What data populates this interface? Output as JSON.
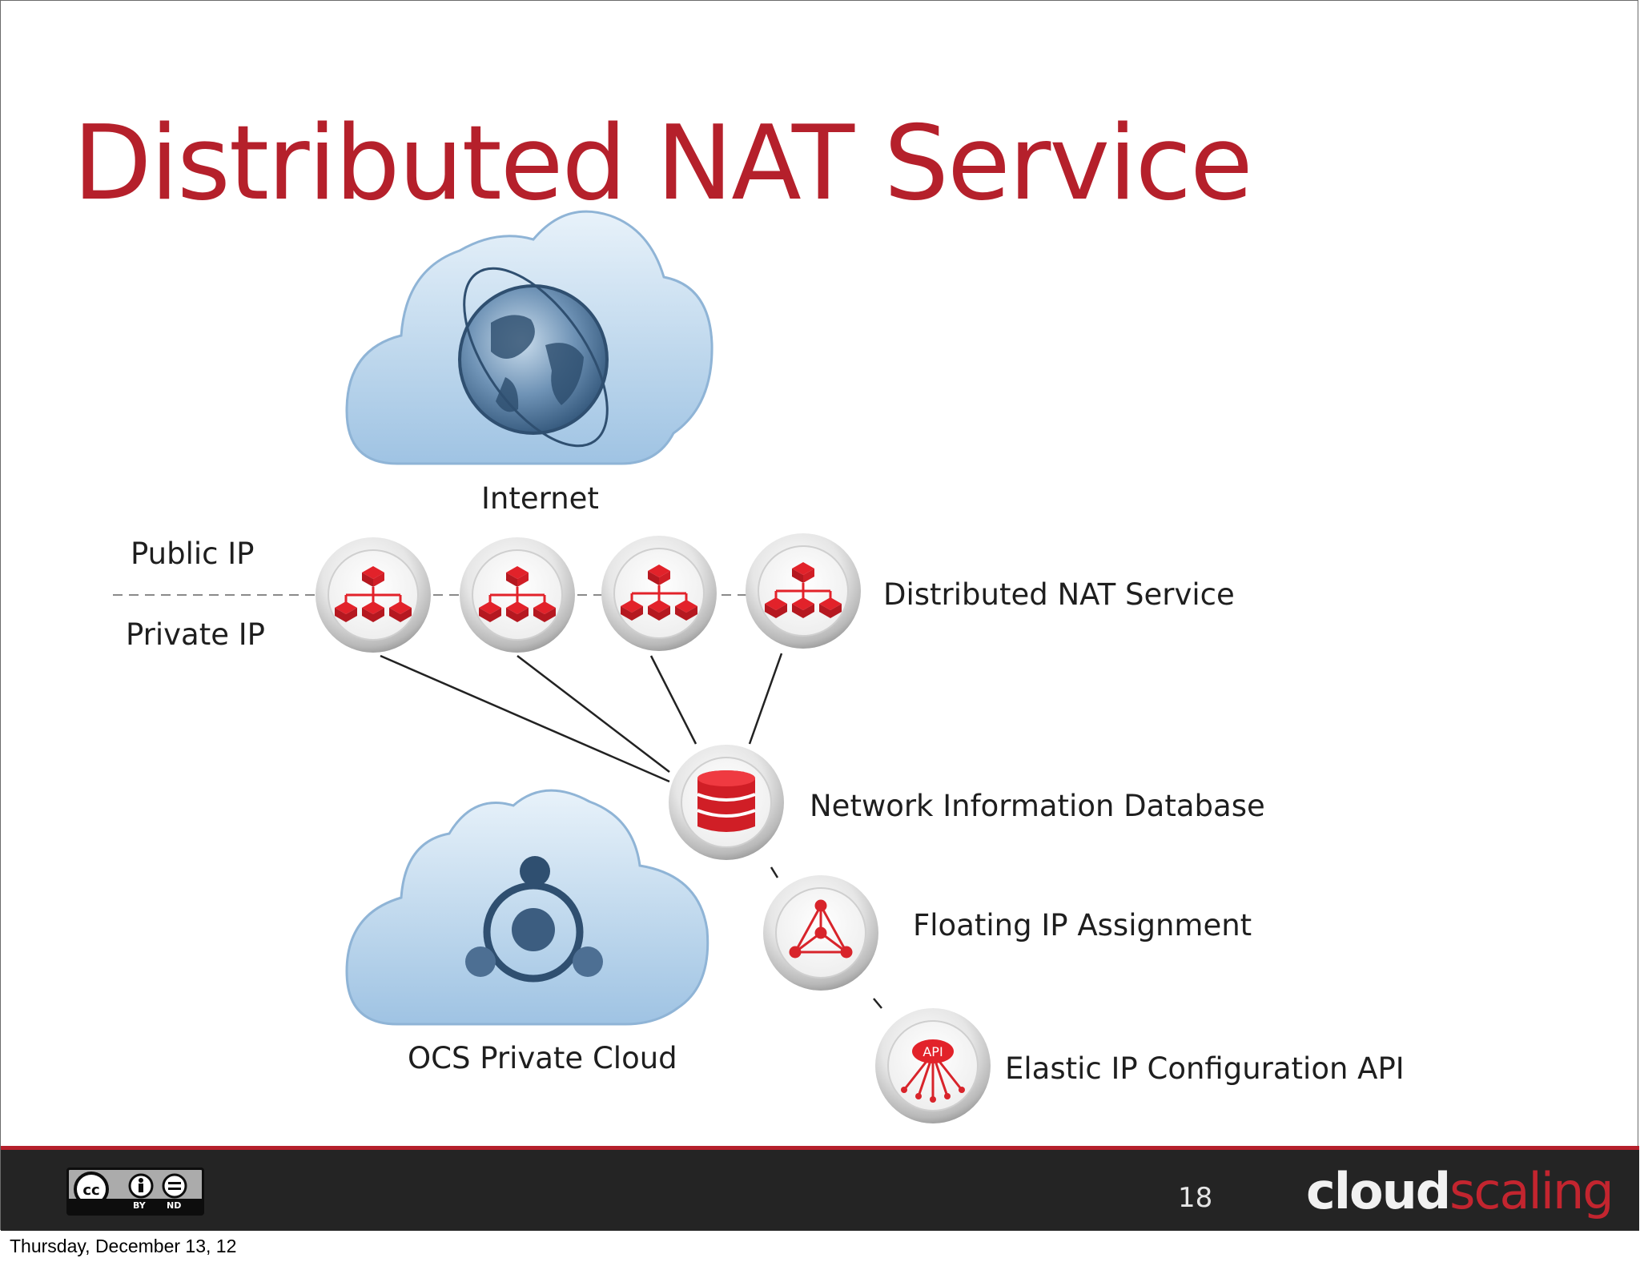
{
  "slide": {
    "title": "Distributed NAT Service",
    "page_number": "18"
  },
  "diagram": {
    "internet_label": "Internet",
    "public_ip_label": "Public IP",
    "private_ip_label": "Private IP",
    "nat_service_label": "Distributed NAT Service",
    "database_label": "Network Information Database",
    "floating_ip_label": "Floating IP Assignment",
    "elastic_ip_label": "Elastic IP Configuration API",
    "api_badge_text": "API",
    "private_cloud_label": "OCS Private Cloud"
  },
  "footer": {
    "brand_part1": "cloud",
    "brand_part2": "scaling",
    "cc_by": "BY",
    "cc_nd": "ND",
    "cc_symbol": "cc"
  },
  "os": {
    "timestamp": "Thursday, December 13, 12"
  },
  "colors": {
    "brand_red": "#b5202b",
    "footer_bg": "#242424",
    "cloud_blue": "#bcd6ec"
  },
  "icons": {
    "internet": "globe-icon",
    "nat_node": "network-hierarchy-icon",
    "database": "database-icon",
    "floating_ip": "triangle-network-icon",
    "api": "api-hub-icon",
    "private_cloud": "ocs-node-icon"
  }
}
